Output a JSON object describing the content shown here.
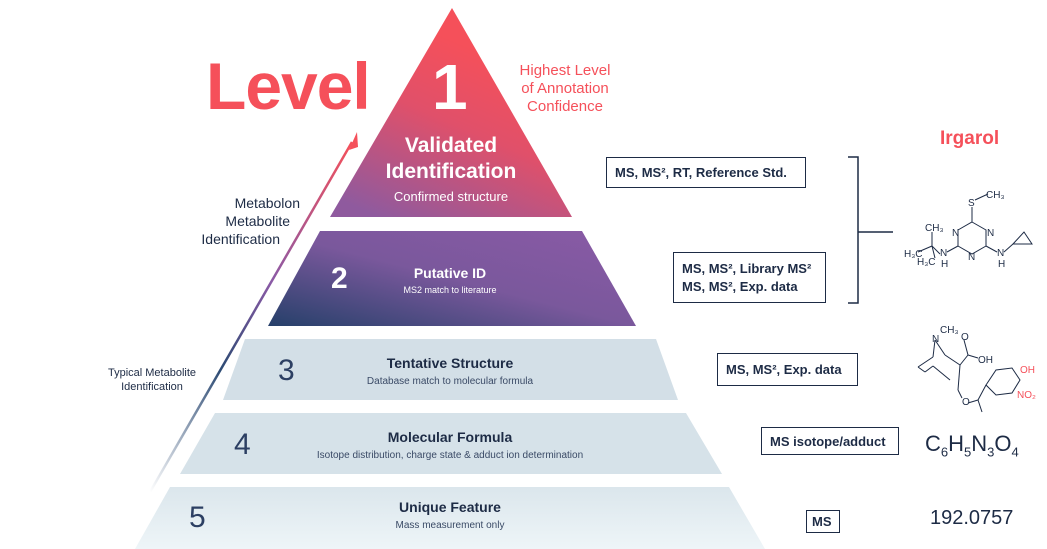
{
  "title_word": "Level",
  "confidence_note": [
    "Highest Level",
    "of Annotation",
    "Confidence"
  ],
  "arrow_label": [
    "Metabolon",
    "Metabolite",
    "Identification"
  ],
  "typical_label": [
    "Typical Metabolite",
    "Identification"
  ],
  "tiers": [
    {
      "number": "1",
      "title": [
        "Validated",
        "Identification"
      ],
      "subtitle": "Confirmed structure",
      "evidence": [
        "MS,  MS², RT,  Reference Std."
      ]
    },
    {
      "number": "2",
      "title": [
        "Putative ID"
      ],
      "subtitle": "MS2 match to literature",
      "evidence": [
        "MS,  MS²,  Library MS²",
        "MS,  MS²,  Exp. data"
      ]
    },
    {
      "number": "3",
      "title": [
        "Tentative Structure"
      ],
      "subtitle": "Database match to molecular formula",
      "evidence": [
        "MS,  MS²,  Exp. data"
      ]
    },
    {
      "number": "4",
      "title": [
        "Molecular Formula"
      ],
      "subtitle": "Isotope distribution, charge state & adduct ion determination",
      "evidence": [
        "MS isotope/adduct"
      ]
    },
    {
      "number": "5",
      "title": [
        "Unique Feature"
      ],
      "subtitle": "Mass measurement only",
      "evidence": [
        "MS"
      ]
    }
  ],
  "examples": {
    "irgarol_label": "Irgarol",
    "irgarol_atoms": [
      "S",
      "CH₃",
      "N",
      "N",
      "N",
      "CH₃",
      "H₃C",
      "H₃C",
      "N",
      "H",
      "N",
      "H"
    ],
    "tier3_atoms": [
      "N",
      "CH₃",
      "O",
      "OH",
      "O",
      "OH",
      "NO₂"
    ],
    "formula": {
      "C": "6",
      "H": "5",
      "N": "3",
      "O": "4"
    },
    "mass": "192.0757"
  },
  "colors": {
    "accent": "#f5505a",
    "purple": "#8a5aa6",
    "navy": "#1d2b45",
    "tier_light": "#d3dfe7"
  }
}
